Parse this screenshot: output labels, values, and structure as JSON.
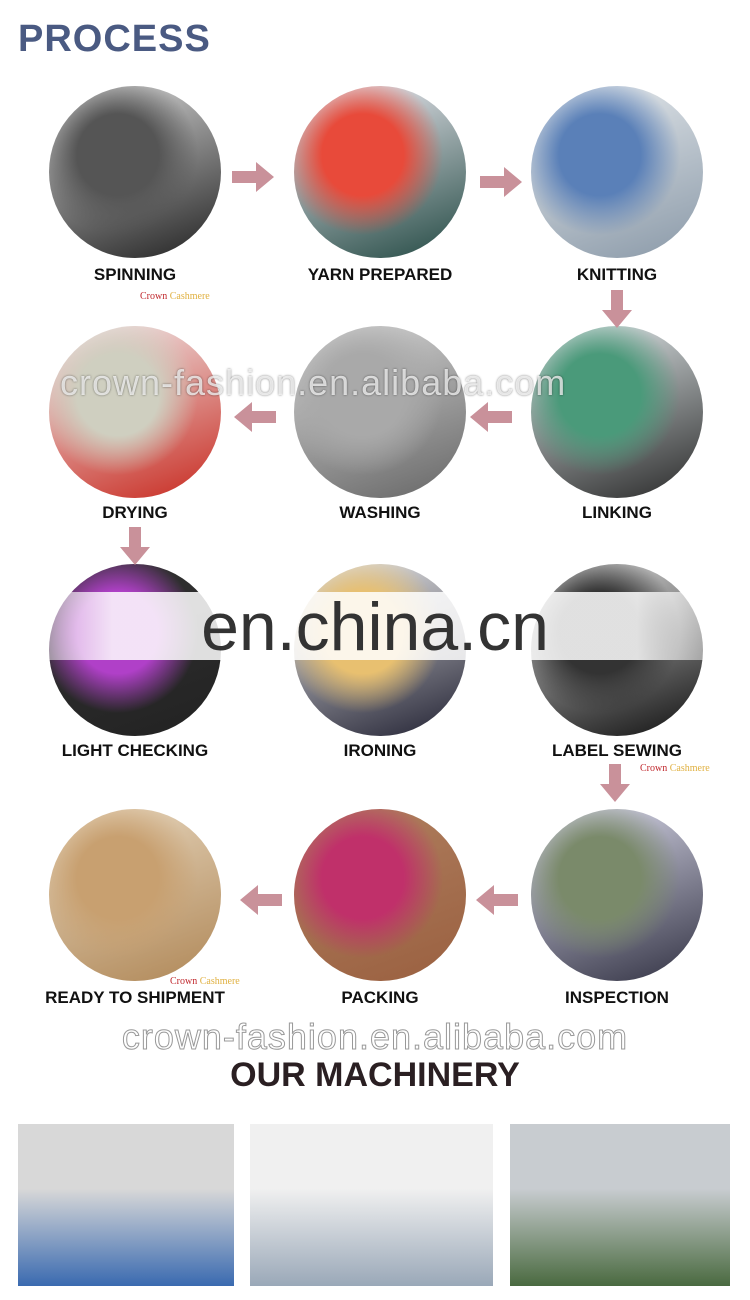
{
  "title": "PROCESS",
  "steps": [
    {
      "label": "SPINNING",
      "colors": [
        "#ddd",
        "#555",
        "#222"
      ]
    },
    {
      "label": "YARN PREPARED",
      "colors": [
        "#f4f0f8",
        "#e84a3a",
        "#244a44"
      ]
    },
    {
      "label": "KNITTING",
      "colors": [
        "#e8ecef",
        "#5a80b8",
        "#8a99a8"
      ]
    },
    {
      "label": "LINKING",
      "colors": [
        "#e6eef0",
        "#4a9a7a",
        "#2a2a2a"
      ]
    },
    {
      "label": "WASHING",
      "colors": [
        "#d8d8d8",
        "#a9a9a9",
        "#666"
      ]
    },
    {
      "label": "DRYING",
      "colors": [
        "#f0f0f0",
        "#cfcfc0",
        "#c82a20"
      ]
    },
    {
      "label": "LIGHT CHECKING",
      "colors": [
        "#333",
        "#b040c8",
        "#222"
      ]
    },
    {
      "label": "IRONING",
      "colors": [
        "#eee",
        "#e8c070",
        "#223"
      ]
    },
    {
      "label": "LABEL SEWING",
      "colors": [
        "#ddd",
        "#333",
        "#111"
      ]
    },
    {
      "label": "INSPECTION",
      "colors": [
        "#dde",
        "#7a8a6a",
        "#334"
      ]
    },
    {
      "label": "PACKING",
      "colors": [
        "#b08060",
        "#c0306a",
        "#9a6040"
      ]
    },
    {
      "label": "READY TO SHIPMENT",
      "colors": [
        "#e8d8c0",
        "#c8a070",
        "#b08858"
      ]
    }
  ],
  "watermarks": {
    "alibaba": "crown-fashion.en.alibaba.com",
    "china": "en.china.cn"
  },
  "brand": {
    "first": "Crown",
    "second": "Cashmere"
  },
  "machinery_title": "OUR MACHINERY",
  "machinery": [
    {
      "name": "computer-control-panel",
      "colors": [
        "#d8d8d8",
        "#3a6ab0"
      ]
    },
    {
      "name": "knitting-workshop",
      "colors": [
        "#f0f0f0",
        "#9aa8b8"
      ]
    },
    {
      "name": "production-line",
      "colors": [
        "#c8ccd0",
        "#4a6a40"
      ]
    }
  ],
  "colors": {
    "arrow": "#c9919a",
    "title": "#4a5a82"
  }
}
